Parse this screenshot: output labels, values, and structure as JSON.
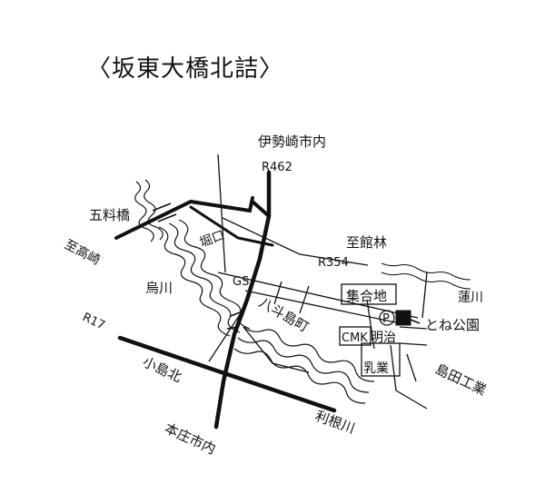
{
  "title": "〈坂東大橋北詰〉",
  "labels": {
    "isesaki": "伊勢崎市内",
    "r462": "R462",
    "goryobashi": "五料橋",
    "horiguchi": "堀口",
    "itarutakasaki": "至高崎",
    "karasugawa": "烏川",
    "itarutatebayashi": "至館林",
    "r354": "R354",
    "gs": "GS",
    "shugochi": "集合地",
    "hachitojima": "八斗島町",
    "hasu": "蓮川",
    "tonekoen": "とね公園",
    "cmk": "CMK",
    "meiji": "明治",
    "nyugyo": "乳業",
    "shimadakogyo": "島田工業",
    "r17": "R17",
    "kojimakita": "小島北",
    "tonegawa": "利根川",
    "honjo": "本庄市内",
    "parking": "P"
  }
}
